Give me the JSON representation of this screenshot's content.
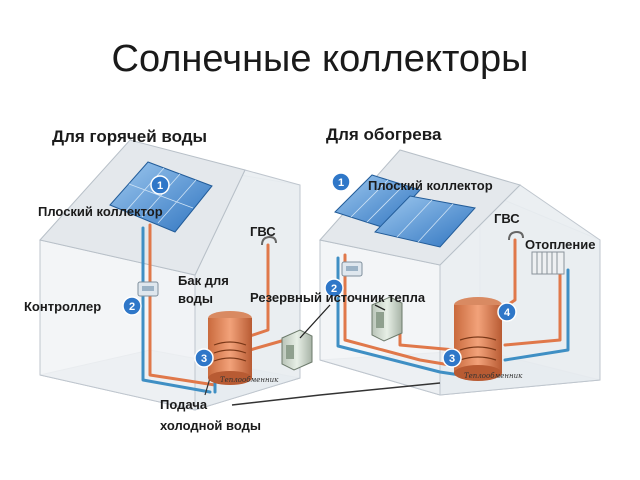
{
  "slide": {
    "title": "Солнечные коллекторы"
  },
  "left_house": {
    "heading": "Для горячей воды",
    "label_collector": "Плоский коллектор",
    "label_gvs": "ГВС",
    "label_controller": "Контроллер",
    "label_tank_line1": "Бак для",
    "label_tank_line2": "воды",
    "label_heat_exchanger": "Теплообменник",
    "label_cold_line1": "Подача",
    "label_cold_line2": "холодной воды",
    "badges": [
      "1",
      "2",
      "3"
    ]
  },
  "right_house": {
    "heading": "Для обогрева",
    "label_collector": "Плоский коллектор",
    "label_gvs": "ГВС",
    "label_heating": "Отопление",
    "label_heat_exchanger": "Теплообменник",
    "badges": [
      "1",
      "2",
      "3",
      "4"
    ]
  },
  "shared": {
    "label_backup": "Резервный источник тепла"
  },
  "colors": {
    "hot_pipe": "#e0784a",
    "cold_pipe": "#3f8fc4",
    "badge": "#2f77c8",
    "solar_panel": "#3b84c9"
  }
}
